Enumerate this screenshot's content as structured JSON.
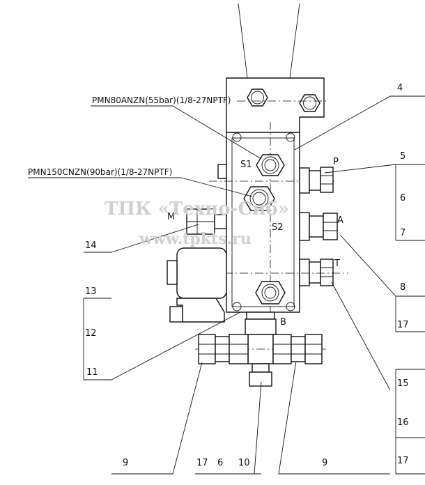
{
  "spec_labels": {
    "valve_s1": "PMN80ANZN(55bar)(1/8-27NPTF)",
    "valve_s2": "PMN150CNZN(90bar)(1/8-27NPTF)"
  },
  "port_labels": {
    "s1": "S1",
    "s2": "S2",
    "p": "P",
    "a": "A",
    "t": "T",
    "b": "B",
    "m": "M"
  },
  "callouts": {
    "c4": "4",
    "c5": "5",
    "c6": "6",
    "c7": "7",
    "c8": "8",
    "c17a": "17",
    "c15": "15",
    "c16": "16",
    "c17b": "17",
    "c14": "14",
    "c13": "13",
    "c12": "12",
    "c11": "11",
    "c9_left": "9",
    "c17_bottom": "17",
    "c6_bottom": "6",
    "c10": "10",
    "c9_right": "9"
  },
  "watermark": {
    "line1": "ТПК «Техно-Сиб»",
    "line2": "www.tpkts.ru"
  }
}
